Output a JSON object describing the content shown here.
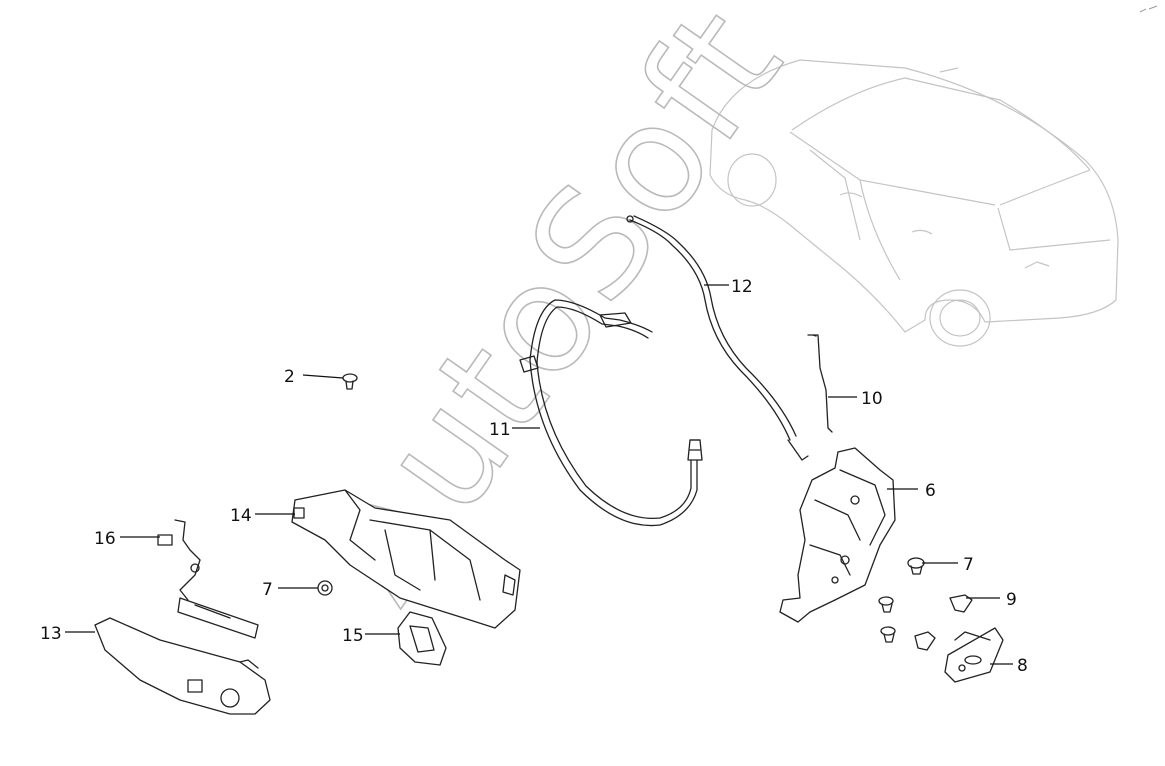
{
  "watermark": {
    "text": "AutoSoft"
  },
  "callouts": [
    {
      "id": "c2",
      "label": "2"
    },
    {
      "id": "c6",
      "label": "6"
    },
    {
      "id": "c7a",
      "label": "7"
    },
    {
      "id": "c7b",
      "label": "7"
    },
    {
      "id": "c8",
      "label": "8"
    },
    {
      "id": "c9",
      "label": "9"
    },
    {
      "id": "c10",
      "label": "10"
    },
    {
      "id": "c11",
      "label": "11"
    },
    {
      "id": "c12",
      "label": "12"
    },
    {
      "id": "c13",
      "label": "13"
    },
    {
      "id": "c14",
      "label": "14"
    },
    {
      "id": "c15",
      "label": "15"
    },
    {
      "id": "c16",
      "label": "16"
    }
  ]
}
